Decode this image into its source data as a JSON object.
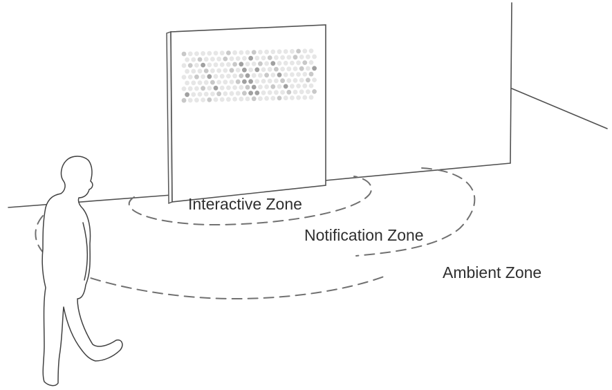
{
  "zones": {
    "interactive": "Interactive Zone",
    "notification": "Notification Zone",
    "ambient": "Ambient Zone"
  },
  "colors": {
    "line": "#505050",
    "dash": "#707070",
    "dot_light": "#e6e6e6",
    "dot_mid": "#c8c8c8",
    "dot_dark": "#a0a0a0"
  },
  "icons": {
    "display_pattern": "hexagonal-dot-grid",
    "person": "walking-person-silhouette"
  }
}
